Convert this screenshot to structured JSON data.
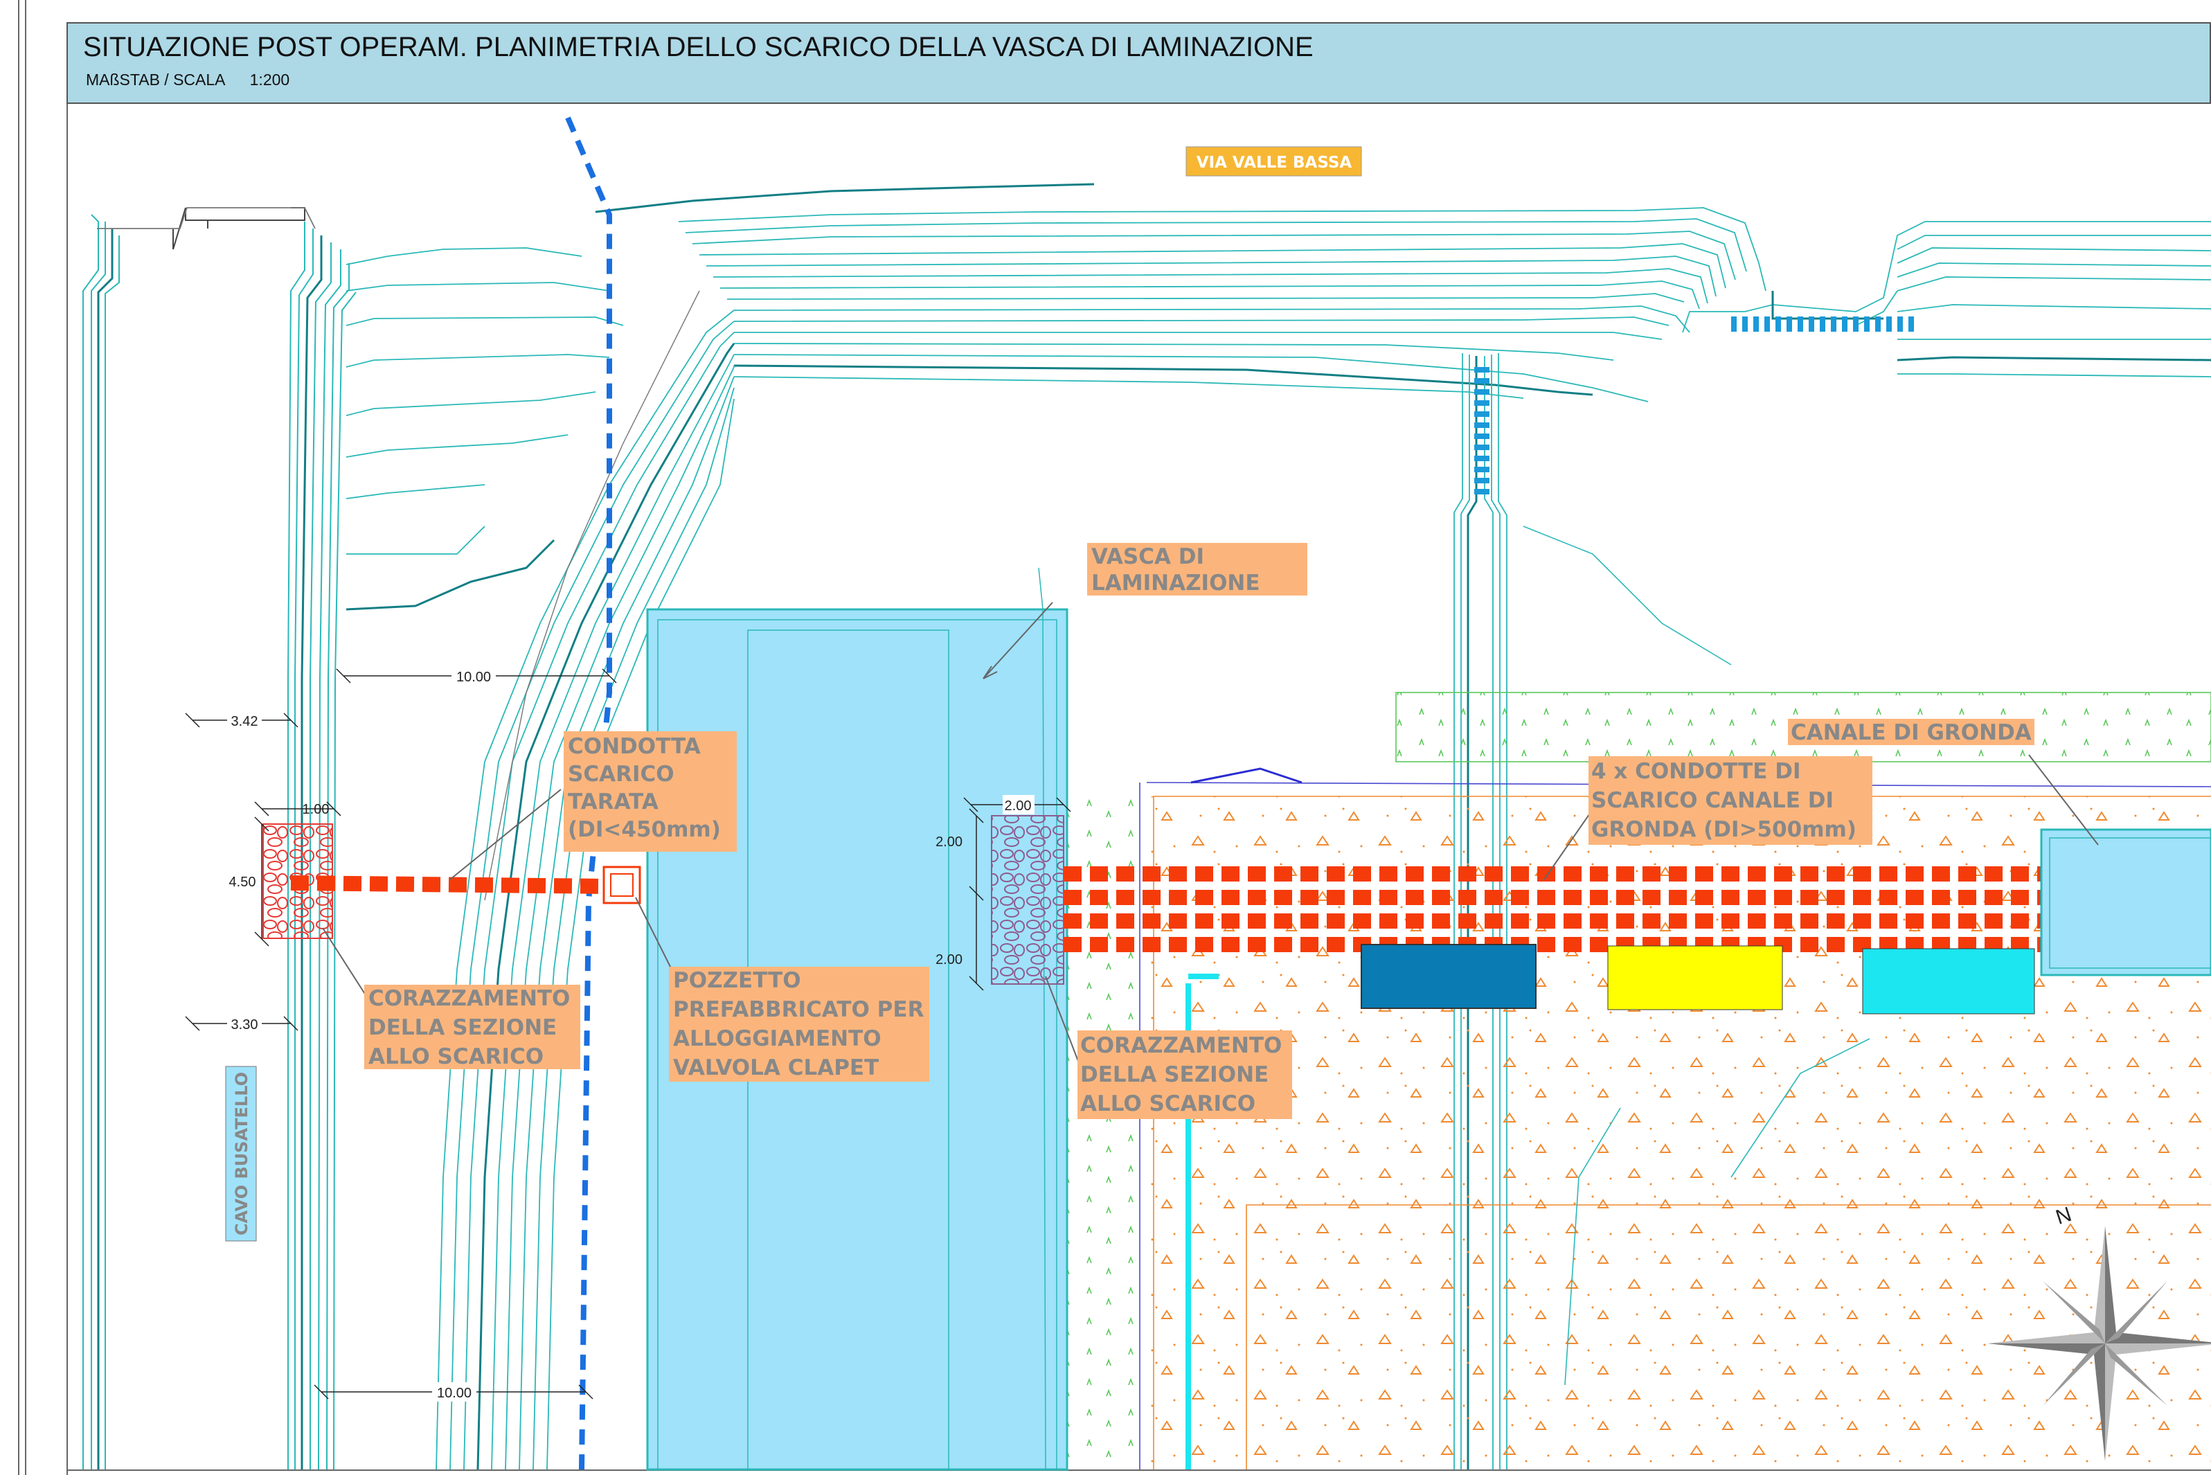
{
  "header": {
    "title": "SITUAZIONE POST OPERAM. PLANIMETRIA DELLO SCARICO DELLA VASCA DI LAMINAZIONE",
    "scale_label": "MAßSTAB / SCALA",
    "scale_value": "1:200"
  },
  "labels": {
    "road": "VIA VALLE BASSA",
    "basin": [
      "VASCA DI",
      "LAMINAZIONE"
    ],
    "pipe": [
      "CONDOTTA",
      "SCARICO",
      "TARATA",
      "(DI<450mm)"
    ],
    "manhole": [
      "POZZETTO",
      "PREFABBRICATO PER",
      "ALLOGGIAMENTO",
      "VALVOLA CLAPET"
    ],
    "armor_left": [
      "CORAZZAMENTO",
      "DELLA SEZIONE",
      "ALLO SCARICO"
    ],
    "armor_right": [
      "CORAZZAMENTO",
      "DELLA SEZIONE",
      "ALLO SCARICO"
    ],
    "conduits": [
      "4 x CONDOTTE DI",
      "SCARICO CANALE DI",
      "GRONDA (DI>500mm)"
    ],
    "channel": "CANALE DI GRONDA",
    "creek": "CAVO BUSATELLO",
    "north": "N"
  },
  "dimensions": {
    "w_top": "10.00",
    "w_bottom": "10.00",
    "w_342": "3.42",
    "w_330": "3.30",
    "w_100": "1.00",
    "h_450": "4.50",
    "w_200": "2.00",
    "h_200a": "2.00",
    "h_200b": "2.00"
  },
  "colors": {
    "title_bg": "#add8e6",
    "label_bg": "#fbb57c",
    "label_text": "#888888",
    "road_label_bg": "#f7b733",
    "basin_fill": "#9fe2fa",
    "contour": "#2bb8b8",
    "contour_dark": "#127f85",
    "pipe_red": "#f53b0a",
    "pipe_blue": "#1a6fe0",
    "riprap_red": "#e53935",
    "riprap_purple": "#8e5b8e",
    "block_dark": "#0a7bb3",
    "block_yellow": "#ffff00",
    "block_cyan": "#1ce6f0"
  }
}
